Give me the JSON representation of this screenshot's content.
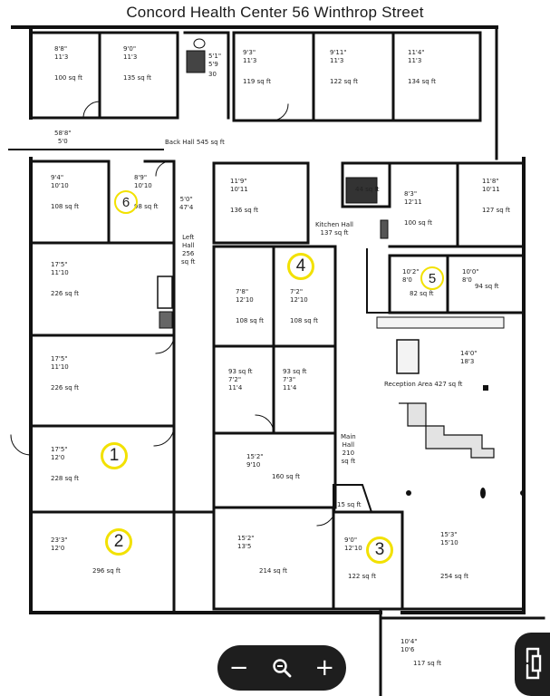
{
  "title": "Concord Health Center 56 Winthrop Street",
  "rooms": [
    {
      "dim1": "8'8\"",
      "dim2": "11'3",
      "area": "100 sq ft"
    },
    {
      "dim1": "9'0\"",
      "dim2": "11'3",
      "area": "135 sq ft"
    },
    {
      "dim1": "9'3\"",
      "dim2": "11'3",
      "area": "119 sq ft"
    },
    {
      "dim1": "9'11\"",
      "dim2": "11'3",
      "area": "122 sq ft"
    },
    {
      "dim1": "11'4\"",
      "dim2": "11'3",
      "area": "134 sq ft"
    },
    {
      "dim1": "5'1\"",
      "dim2": "5'9",
      "area": "30"
    },
    {
      "dim1": "9'4\"",
      "dim2": "10'10",
      "area": "108 sq ft"
    },
    {
      "dim1": "8'9\"",
      "dim2": "10'10",
      "area": "98 sq ft"
    },
    {
      "dim1": "11'9\"",
      "dim2": "10'11",
      "area": "136 sq ft"
    },
    {
      "dim1": "8'3\"",
      "dim2": "12'11",
      "area": "100 sq ft"
    },
    {
      "dim1": "11'8\"",
      "dim2": "10'11",
      "area": "127 sq ft"
    },
    {
      "dim1": "",
      "dim2": "",
      "area": "44 sq ft"
    },
    {
      "dim1": "17'5\"",
      "dim2": "11'10",
      "area": "226 sq ft"
    },
    {
      "dim1": "7'8\"",
      "dim2": "12'10",
      "area": "108 sq ft"
    },
    {
      "dim1": "7'2\"",
      "dim2": "12'10",
      "area": "108 sq ft"
    },
    {
      "dim1": "10'2\"",
      "dim2": "8'0",
      "area": "82 sq ft"
    },
    {
      "dim1": "10'0\"",
      "dim2": "8'0",
      "area": "94 sq ft"
    },
    {
      "dim1": "17'5\"",
      "dim2": "11'10",
      "area": "226 sq ft"
    },
    {
      "dim1": "7'2\"",
      "dim2": "11'4",
      "area": "93 sq ft"
    },
    {
      "dim1": "7'3\"",
      "dim2": "11'4",
      "area": "93 sq ft"
    },
    {
      "dim1": "14'0\"",
      "dim2": "18'3",
      "area": ""
    },
    {
      "dim1": "17'5\"",
      "dim2": "12'0",
      "area": "228 sq ft"
    },
    {
      "dim1": "15'2\"",
      "dim2": "9'10",
      "area": "160 sq ft"
    },
    {
      "dim1": "23'3\"",
      "dim2": "12'0",
      "area": "296 sq ft"
    },
    {
      "dim1": "15'2\"",
      "dim2": "13'5",
      "area": "214 sq ft"
    },
    {
      "dim1": "9'0\"",
      "dim2": "12'10",
      "area": "122 sq ft"
    },
    {
      "dim1": "15'3\"",
      "dim2": "15'10",
      "area": "254 sq ft"
    },
    {
      "dim1": "10'4\"",
      "dim2": "10'6",
      "area": "117 sq ft"
    }
  ],
  "halls": {
    "back_hall": "Back Hall 545 sq ft",
    "kitchen_hall": "Kitchen Hall\n137 sq ft",
    "left_hall": "Left\nHall\n256\nsq ft",
    "left_hall_dim": "5'0\"\n47'4",
    "top_hall_dim": "58'8\"\n5'0",
    "main_hall": "Main\nHall\n210\nsq ft",
    "reception": "Reception Area 427 sq ft",
    "closet": "15 sq ft"
  },
  "markers": [
    "1",
    "2",
    "3",
    "4",
    "5",
    "6"
  ],
  "zoom": {
    "out": "−",
    "search": "⌕",
    "in": "+"
  }
}
